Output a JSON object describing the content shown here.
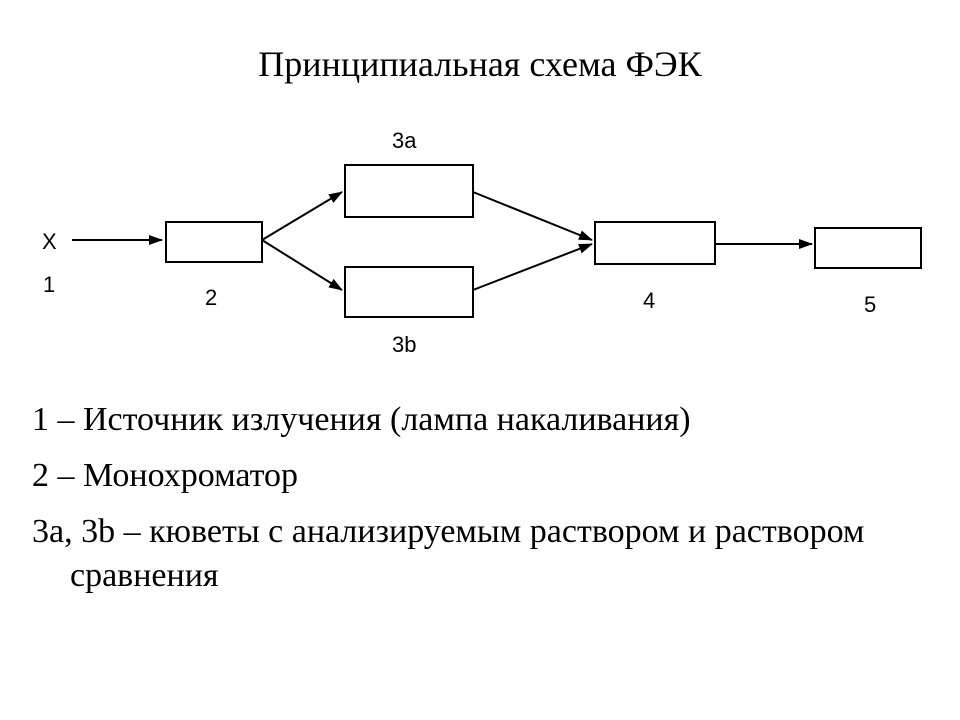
{
  "title": "Принципиальная схема ФЭК",
  "diagram": {
    "input_label": "X",
    "labels": {
      "source": "1",
      "monochromator": "2",
      "cuvette_a": "3a",
      "cuvette_b": "3b",
      "block4": "4",
      "block5": "5"
    }
  },
  "legend": [
    "1 – Источник излучения (лампа накаливания)",
    "2 – Монохроматор",
    "3a, 3b – кюветы с анализируемым раствором и раствором сравнения"
  ]
}
